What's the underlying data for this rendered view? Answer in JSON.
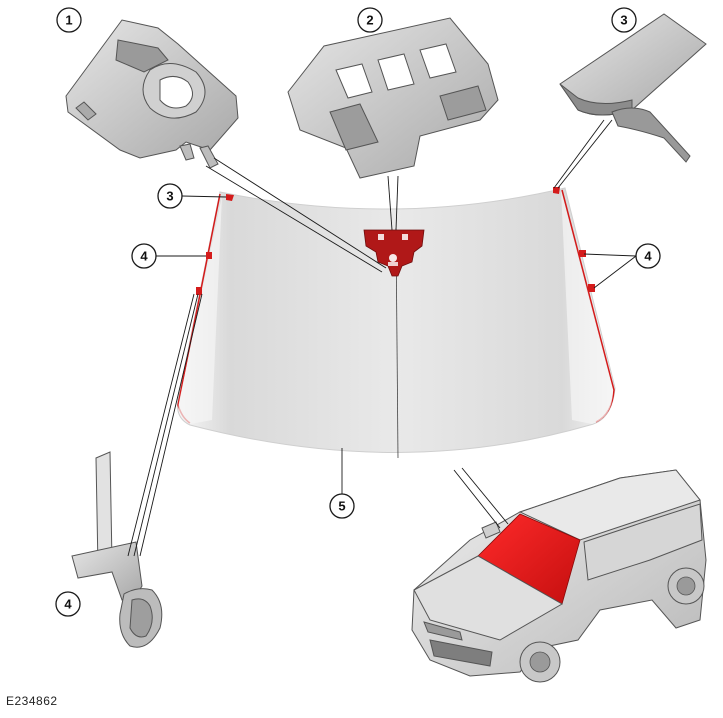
{
  "figure_id": "E234862",
  "callouts": [
    {
      "label": "1",
      "part": "rain-light-sensor-bracket"
    },
    {
      "label": "2",
      "part": "mirror-camera-bracket"
    },
    {
      "label": "3",
      "part": "glass-spacer-right"
    },
    {
      "label": "3",
      "part": "glass-spacer-left-marker"
    },
    {
      "label": "4",
      "part": "retaining-clip-left-upper"
    },
    {
      "label": "4",
      "part": "retaining-clip-right"
    },
    {
      "label": "4",
      "part": "retaining-clip-detail"
    },
    {
      "label": "5",
      "part": "windscreen"
    }
  ],
  "colors": {
    "highlight": "#d41b1b",
    "bracket_red": "#b01818",
    "glass_light": "#f2f2f2",
    "glass_dark": "#cfcfcf",
    "part_grey": "#bdbdbd",
    "outline": "#555555"
  }
}
